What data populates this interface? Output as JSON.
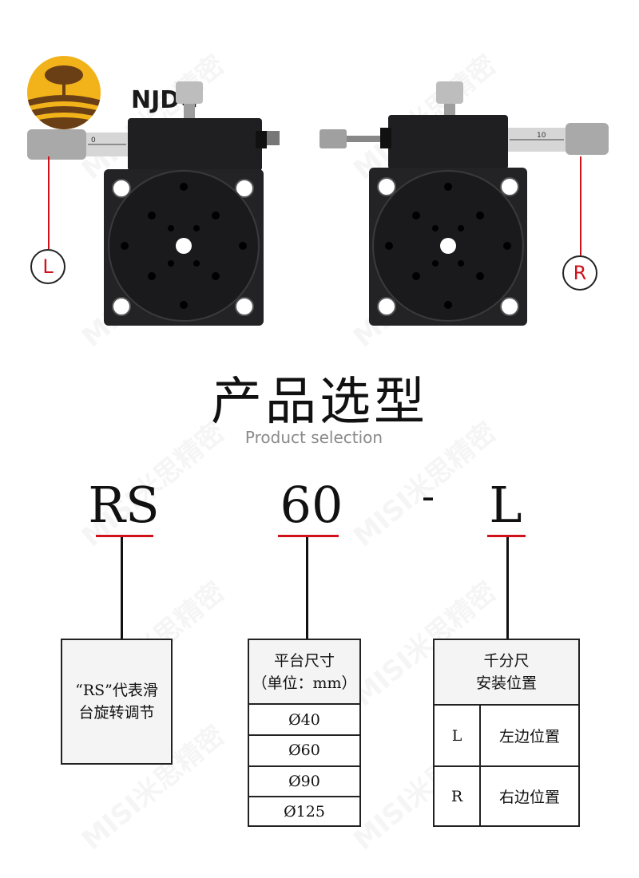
{
  "brand": {
    "name": "NJDC"
  },
  "watermark": "MISI米思精密",
  "images": {
    "left": {
      "marker": "L",
      "micrometer_scale": "0"
    },
    "right": {
      "marker": "R",
      "micrometer_scale": "10"
    }
  },
  "heading": {
    "title": "产品选型",
    "subtitle": "Product selection"
  },
  "code": {
    "part1": "RS",
    "part2": "60",
    "dash": "-",
    "part3": "L"
  },
  "box1": {
    "text": "“RS”代表滑台旋转调节"
  },
  "box2": {
    "header_line1": "平台尺寸",
    "header_line2": "（单位：mm）",
    "sizes": [
      "Ø40",
      "Ø60",
      "Ø90",
      "Ø125"
    ]
  },
  "box3": {
    "header_line1": "千分尺",
    "header_line2": "安装位置",
    "rows": [
      {
        "code": "L",
        "desc": "左边位置"
      },
      {
        "code": "R",
        "desc": "右边位置"
      }
    ]
  },
  "colors": {
    "accent": "#d0121b",
    "stage": "#1c1c1e",
    "logo_gold": "#f2b21a"
  }
}
